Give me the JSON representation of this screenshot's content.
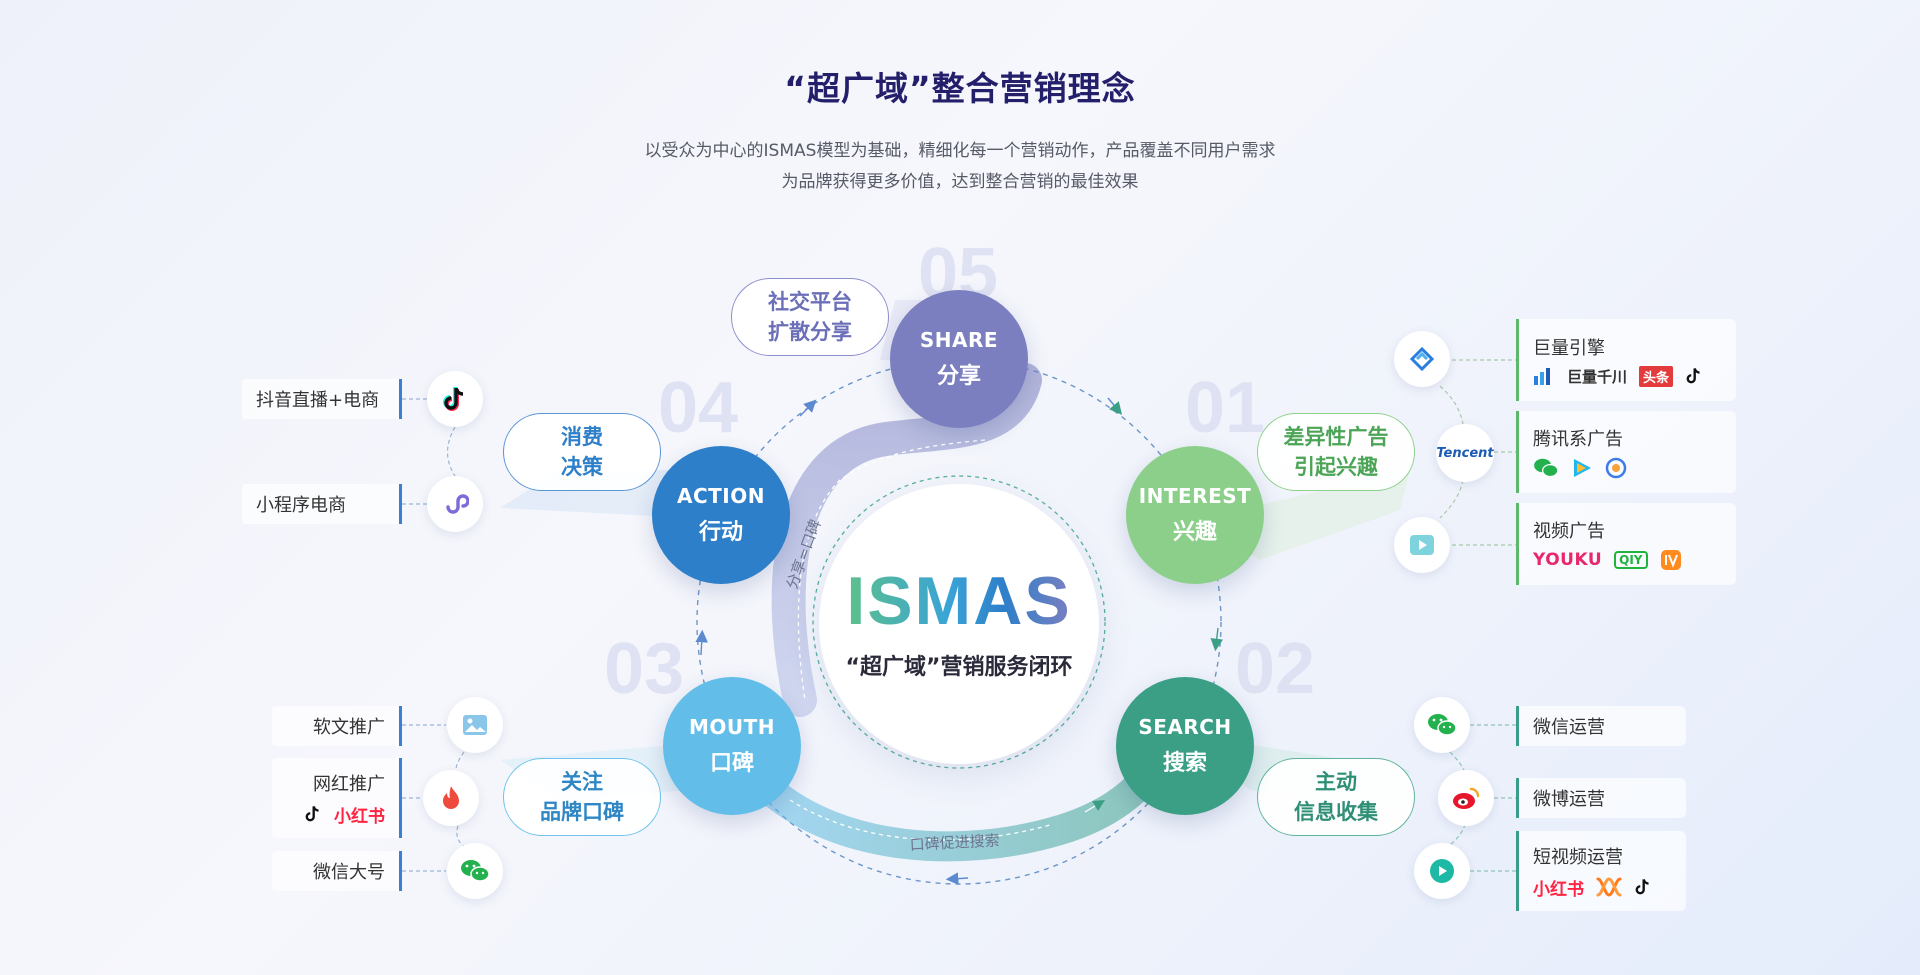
{
  "header": {
    "title": "“超广域”整合营销理念",
    "subtitle_line1": "以受众为中心的ISMAS模型为基础，精细化每一个营销动作，产品覆盖不同用户需求",
    "subtitle_line2": "为品牌获得更多价值，达到整合营销的最佳效果"
  },
  "center": {
    "logo": "ISMAS",
    "caption": "“超广域”营销服务闭环"
  },
  "ring_labels": {
    "share_to_word": "分享=口碑",
    "word_to_search": "口碑促进搜索"
  },
  "stages": {
    "share": {
      "number": "05",
      "en": "SHARE",
      "zh": "分享",
      "pill_1": "社交平台",
      "pill_2": "扩散分享",
      "color": "#7b7fc0"
    },
    "interest": {
      "number": "01",
      "en": "INTEREST",
      "zh": "兴趣",
      "pill_1": "差异性广告",
      "pill_2": "引起兴趣",
      "color": "#8ccf8a"
    },
    "search": {
      "number": "02",
      "en": "SEARCH",
      "zh": "搜索",
      "pill_1": "主动",
      "pill_2": "信息收集",
      "color": "#3b9f86"
    },
    "mouth": {
      "number": "03",
      "en": "MOUTH",
      "zh": "口碑",
      "pill_1": "关注",
      "pill_2": "品牌口碑",
      "color": "#62bde9"
    },
    "action": {
      "number": "04",
      "en": "ACTION",
      "zh": "行动",
      "pill_1": "消费",
      "pill_2": "决策",
      "color": "#2e7fc9"
    }
  },
  "channels_left": {
    "action_1": "抖音直播+电商",
    "action_2": "小程序电商",
    "mouth_1": "软文推广",
    "mouth_2": "网红推广",
    "mouth_2_logo": "小红书",
    "mouth_3": "微信大号"
  },
  "channels_right": {
    "interest_1": "巨量引擎",
    "interest_1_logo_a": "巨量千川",
    "interest_1_logo_b": "头条",
    "interest_2": "腾讯系广告",
    "interest_2_icon": "Tencent",
    "interest_3": "视频广告",
    "interest_3_logo_a": "YOUKU",
    "interest_3_logo_b": "QIY",
    "search_1": "微信运营",
    "search_2": "微博运营",
    "search_3": "短视频运营",
    "search_3_logo": "小红书"
  }
}
